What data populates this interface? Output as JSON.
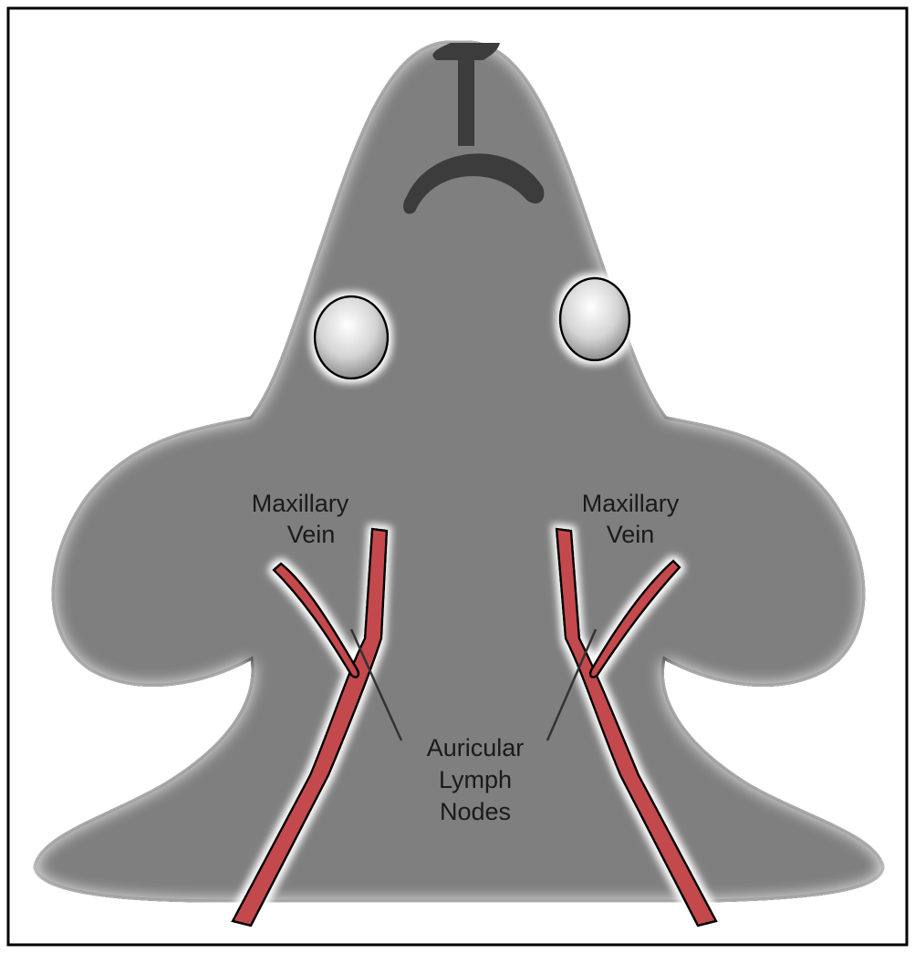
{
  "labels": {
    "left_vein_line1": "Maxillary",
    "left_vein_line2": "Vein",
    "right_vein_line1": "Maxillary",
    "right_vein_line2": "Vein",
    "nodes_line1": "Auricular",
    "nodes_line2": "Lymph",
    "nodes_line3": "Nodes"
  },
  "colors": {
    "body": "#7f7f7f",
    "body_edge_glow": "#e8e8e8",
    "outline": "#000000",
    "vein": "#c44a4e",
    "vein_dark": "#8a2a2e",
    "nose_mouth": "#3c3c3c",
    "node": "#cfcfcf",
    "frame": "#000000",
    "background": "#ffffff"
  }
}
